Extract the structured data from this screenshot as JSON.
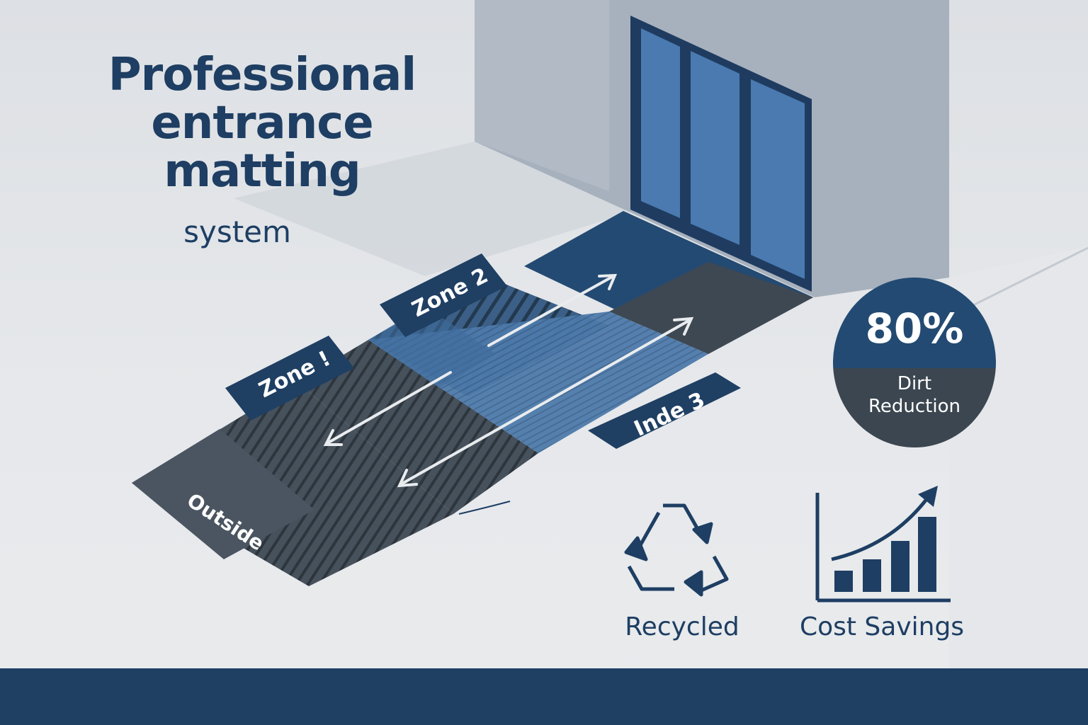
{
  "headline": {
    "line1": "Professional",
    "line2": "entrance",
    "line3": "matting",
    "line4": "system"
  },
  "zones": {
    "zone1": "Zone !",
    "zone2": "Zone 2",
    "zone3": "Inde 3",
    "outside": "Outside"
  },
  "badge": {
    "value": "80%",
    "label_line1": "Dirt",
    "label_line2": "Reduction"
  },
  "features": {
    "recycled": {
      "label": "Recycled",
      "icon": "recycle-icon"
    },
    "cost_savings": {
      "label": "Cost Savings",
      "icon": "bar-chart-growth-icon"
    }
  },
  "colors": {
    "navy": "#1e3e63",
    "mat_dark": "#3e4852",
    "mat_blue": "#4a76a8",
    "background": "#e3e5e8",
    "footer": "#1f3f63"
  }
}
